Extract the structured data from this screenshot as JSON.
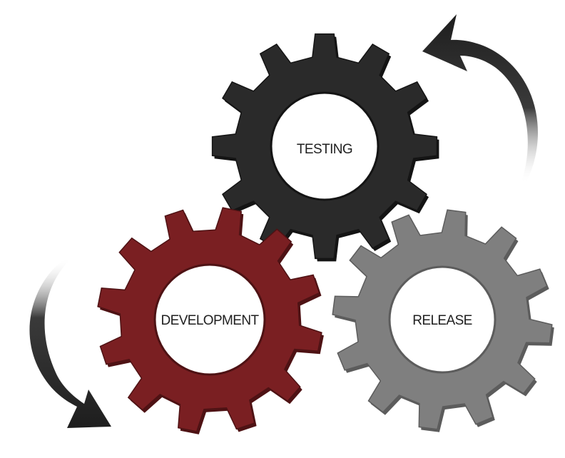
{
  "gears": [
    {
      "id": "testing",
      "label": "TESTING",
      "color": "#2a2a2a",
      "edge": "#141414",
      "text_color": "#1f1f1f"
    },
    {
      "id": "development",
      "label": "DEVELOPMENT",
      "color": "#7a1f22",
      "edge": "#4e1214",
      "text_color": "#1f1f1f"
    },
    {
      "id": "release",
      "label": "RELEASE",
      "color": "#7f7f7f",
      "edge": "#5c5c5c",
      "text_color": "#1f1f1f"
    }
  ],
  "arrows": [
    {
      "id": "arrow-top-right",
      "direction": "counter-clockwise",
      "icon": "curved-arrow-icon"
    },
    {
      "id": "arrow-bottom-left",
      "direction": "clockwise",
      "icon": "curved-arrow-icon"
    }
  ]
}
